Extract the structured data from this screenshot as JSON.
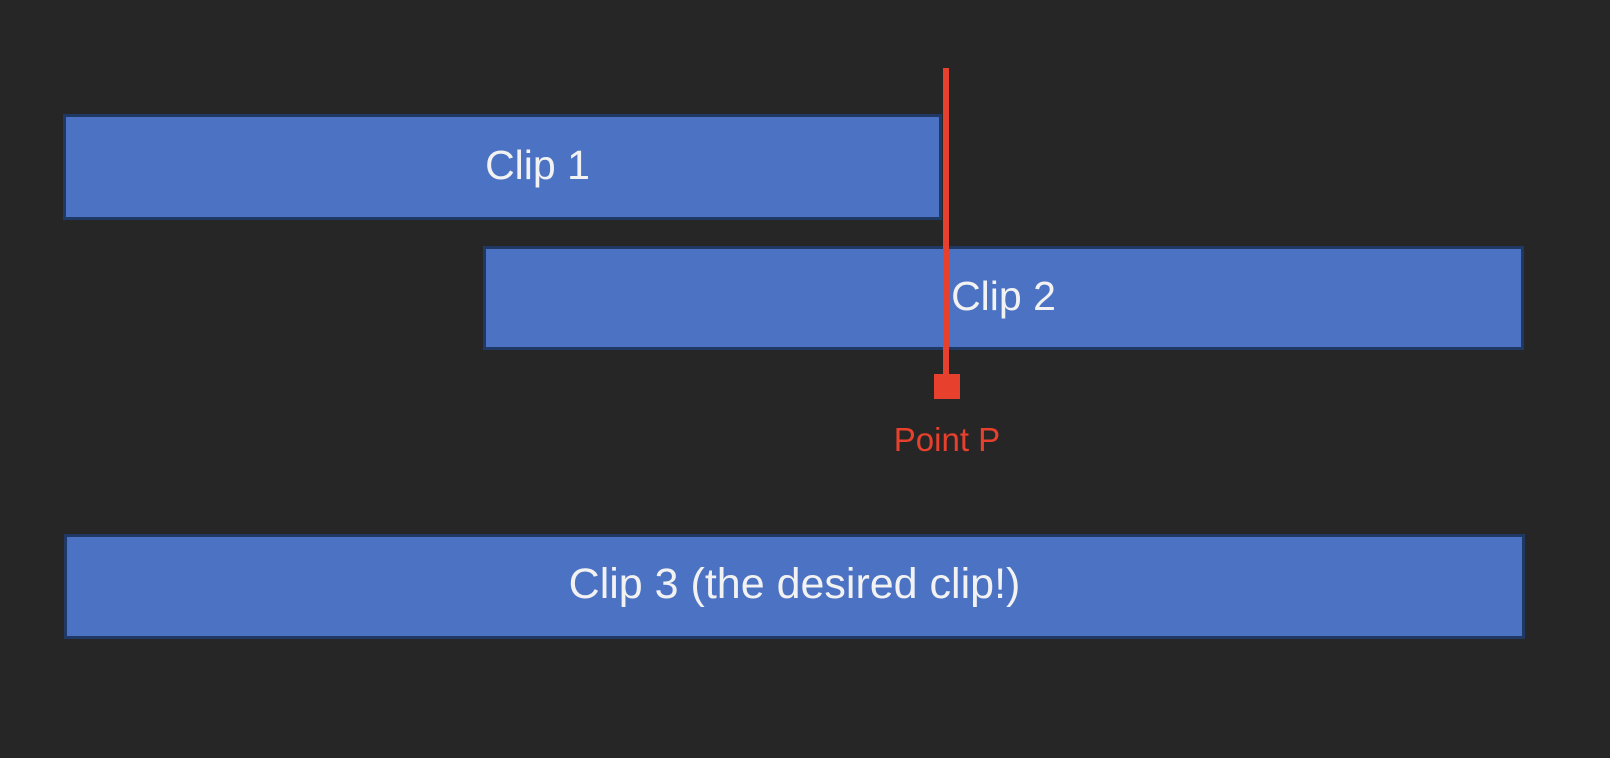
{
  "diagram": {
    "clips": [
      {
        "label": "Clip 1"
      },
      {
        "label": "Clip 2"
      },
      {
        "label": "Clip 3 (the desired clip!)"
      }
    ],
    "marker": {
      "label": "Point P"
    },
    "colors": {
      "background": "#262627",
      "clip_fill": "#4C72C4",
      "clip_border": "#1F3864",
      "marker_red": "#E7402D",
      "label_white": "#F2F2F2"
    }
  }
}
